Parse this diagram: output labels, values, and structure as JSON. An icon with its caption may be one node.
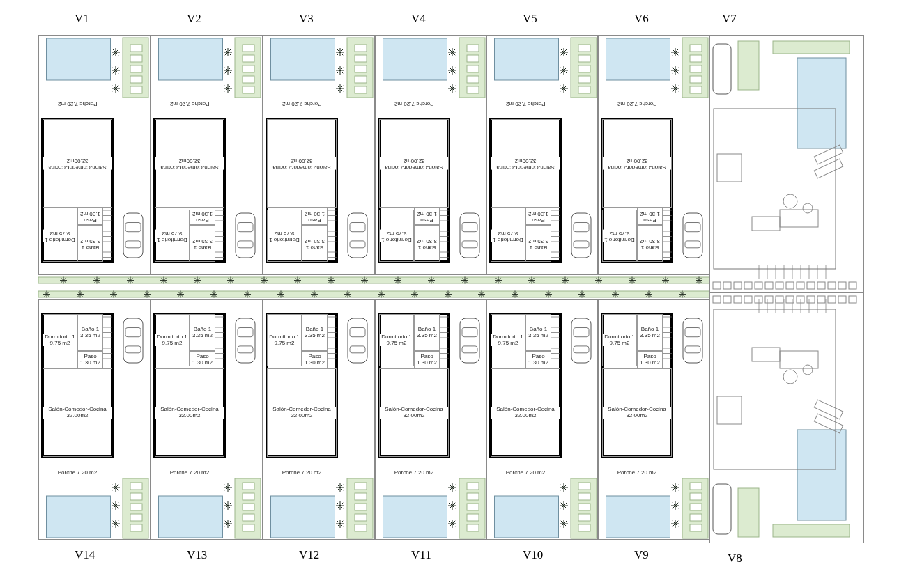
{
  "diagram": {
    "nodes": [
      {
        "text": [
          "V1"
        ]
      },
      {
        "text": [
          "Porche 7.20 m2"
        ],
        "in": 0
      },
      {
        "text": [
          "Salón-Comedor-Cocina 32.00m2"
        ],
        "in": 0
      },
      {
        "text": [
          "Dormitorio 1 9.75 m2"
        ],
        "in": 0
      },
      {
        "text": [
          "Paso 1.30 m2"
        ],
        "in": 0
      },
      {
        "text": [
          "Baño 1 3.35 m2"
        ],
        "in": 0
      },
      {
        "text": [
          "V2"
        ]
      },
      {
        "text": [
          "Porche 7.20 m2"
        ],
        "in": 6
      },
      {
        "text": [
          "Salón-Comedor-Cocina 32.00m2"
        ],
        "in": 6
      },
      {
        "text": [
          "Dormitorio 1 9.75 m2"
        ],
        "in": 6
      },
      {
        "text": [
          "Paso 1.30 m2"
        ],
        "in": 6
      },
      {
        "text": [
          "Baño 1 3.35 m2"
        ],
        "in": 6
      },
      {
        "text": [
          "V3"
        ]
      },
      {
        "text": [
          "Porche 7.20 m2"
        ],
        "in": 12
      },
      {
        "text": [
          "Salón-Comedor-Cocina 32.00m2"
        ],
        "in": 12
      },
      {
        "text": [
          "Dormitorio 1 9.75 m2"
        ],
        "in": 12
      },
      {
        "text": [
          "Paso 1.30 m2"
        ],
        "in": 12
      },
      {
        "text": [
          "Baño 1 3.35 m2"
        ],
        "in": 12
      },
      {
        "text": [
          "V4"
        ]
      },
      {
        "text": [
          "Porche 7.20 m2"
        ],
        "in": 18
      },
      {
        "text": [
          "Salón-Comedor-Cocina 32.00m2"
        ],
        "in": 18
      },
      {
        "text": [
          "Dormitorio 1 9.75 m2"
        ],
        "in": 18
      },
      {
        "text": [
          "Paso 1.30 m2"
        ],
        "in": 18
      },
      {
        "text": [
          "Baño 1 3.35 m2"
        ],
        "in": 18
      },
      {
        "text": [
          "V5"
        ]
      },
      {
        "text": [
          "Porche 7.20 m2"
        ],
        "in": 24
      },
      {
        "text": [
          "Salón-Comedor-Cocina 32.00m2"
        ],
        "in": 24
      },
      {
        "text": [
          "Dormitorio 1 9.75 m2"
        ],
        "in": 24
      },
      {
        "text": [
          "Paso 1.30 m2"
        ],
        "in": 24
      },
      {
        "text": [
          "Baño 1 3.35 m2"
        ],
        "in": 24
      },
      {
        "text": [
          "V6"
        ]
      },
      {
        "text": [
          "Porche 7.20 m2"
        ],
        "in": 30
      },
      {
        "text": [
          "Salón-Comedor-Cocina 32.00m2"
        ],
        "in": 30
      },
      {
        "text": [
          "Dormitorio 1 9.75 m2"
        ],
        "in": 30
      },
      {
        "text": [
          "Paso 1.30 m2"
        ],
        "in": 30
      },
      {
        "text": [
          "Baño 1 3.35 m2"
        ],
        "in": 30
      },
      {
        "text": [
          "V7"
        ]
      },
      {
        "text": [
          "V14"
        ]
      },
      {
        "text": [
          "Dormitorio 1 9.75 m2"
        ],
        "in": 37
      },
      {
        "text": [
          "Baño 1 3.35 m2"
        ],
        "in": 37
      },
      {
        "text": [
          "Paso 1.30 m2"
        ],
        "in": 37
      },
      {
        "text": [
          "Salón-Comedor-Cocina 32.00m2"
        ],
        "in": 37
      },
      {
        "text": [
          "Porche 7.20 m2"
        ],
        "in": 37
      },
      {
        "text": [
          "V13"
        ]
      },
      {
        "text": [
          "Dormitorio 1 9.75 m2"
        ],
        "in": 43
      },
      {
        "text": [
          "Baño 1 3.35 m2"
        ],
        "in": 43
      },
      {
        "text": [
          "Paso 1.30 m2"
        ],
        "in": 43
      },
      {
        "text": [
          "Salón-Comedor-Cocina 32.00m2"
        ],
        "in": 43
      },
      {
        "text": [
          "Porche 7.20 m2"
        ],
        "in": 43
      },
      {
        "text": [
          "V12"
        ]
      },
      {
        "text": [
          "Dormitorio 1 9.75 m2"
        ],
        "in": 49
      },
      {
        "text": [
          "Baño 1 3.35 m2"
        ],
        "in": 49
      },
      {
        "text": [
          "Paso 1.30 m2"
        ],
        "in": 49
      },
      {
        "text": [
          "Salón-Comedor-Cocina 32.00m2"
        ],
        "in": 49
      },
      {
        "text": [
          "Porche 7.20 m2"
        ],
        "in": 49
      },
      {
        "text": [
          "V11"
        ]
      },
      {
        "text": [
          "Dormitorio 1 9.75 m2"
        ],
        "in": 55
      },
      {
        "text": [
          "Baño 1 3.35 m2"
        ],
        "in": 55
      },
      {
        "text": [
          "Paso 1.30 m2"
        ],
        "in": 55
      },
      {
        "text": [
          "Salón-Comedor-Cocina 32.00m2"
        ],
        "in": 55
      },
      {
        "text": [
          "Porche 7.20 m2"
        ],
        "in": 55
      },
      {
        "text": [
          "V10"
        ]
      },
      {
        "text": [
          "Dormitorio 1 9.75 m2"
        ],
        "in": 61
      },
      {
        "text": [
          "Baño 1 3.35 m2"
        ],
        "in": 61
      },
      {
        "text": [
          "Paso 1.30 m2"
        ],
        "in": 61
      },
      {
        "text": [
          "Salón-Comedor-Cocina 32.00m2"
        ],
        "in": 61
      },
      {
        "text": [
          "Porche 7.20 m2"
        ],
        "in": 61
      },
      {
        "text": [
          "V9"
        ]
      },
      {
        "text": [
          "Dormitorio 1 9.75 m2"
        ],
        "in": 67
      },
      {
        "text": [
          "Baño 1 3.35 m2"
        ],
        "in": 67
      },
      {
        "text": [
          "Paso 1.30 m2"
        ],
        "in": 67
      },
      {
        "text": [
          "Salón-Comedor-Cocina 32.00m2"
        ],
        "in": 67
      },
      {
        "text": [
          "Porche 7.20 m2"
        ],
        "in": 67
      },
      {
        "text": [
          "V8"
        ]
      }
    ]
  }
}
